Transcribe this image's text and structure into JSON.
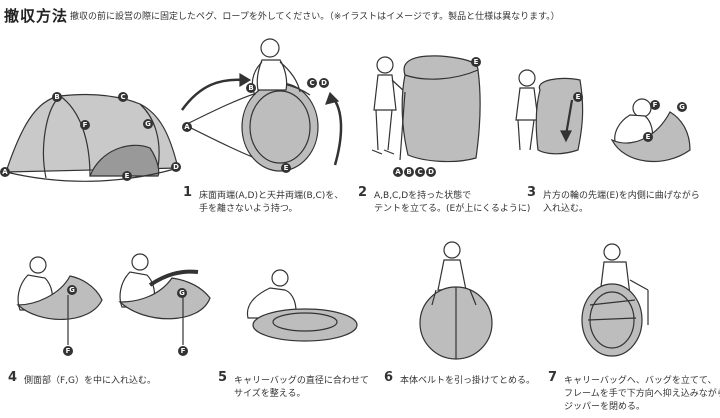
{
  "header": {
    "title": "撤収方法",
    "note": "撤収の前に設営の際に固定したペグ、ロープを外してください。（※イラストはイメージです。製品と仕様は異なります。）"
  },
  "labels": {
    "a": "A",
    "b": "B",
    "c": "C",
    "d": "D",
    "e": "E",
    "f": "F",
    "g": "G"
  },
  "steps": [
    {
      "num": "1",
      "line1": "床面両端(A,D)と天井両端(B,C)を、",
      "line2": "手を離さないよう持つ。"
    },
    {
      "num": "2",
      "line1": "A,B,C,Dを持った状態で",
      "line2": "テントを立てる。(Eが上にくるように)"
    },
    {
      "num": "3",
      "line1": "片方の輪の先端(E)を内側に曲げながら",
      "line2": "入れ込む。"
    },
    {
      "num": "4",
      "line1": "側面部（F,G）を中に入れ込む。",
      "line2": ""
    },
    {
      "num": "5",
      "line1": "キャリーバッグの直径に合わせて",
      "line2": "サイズを整える。"
    },
    {
      "num": "6",
      "line1": "本体ベルトを引っ掛けてとめる。",
      "line2": ""
    },
    {
      "num": "7",
      "line1": "キャリーバッグへ、バッグを立てて、",
      "line2": "フレームを手で下方向へ抑え込みながら",
      "line3": "ジッパーを閉める。"
    }
  ]
}
